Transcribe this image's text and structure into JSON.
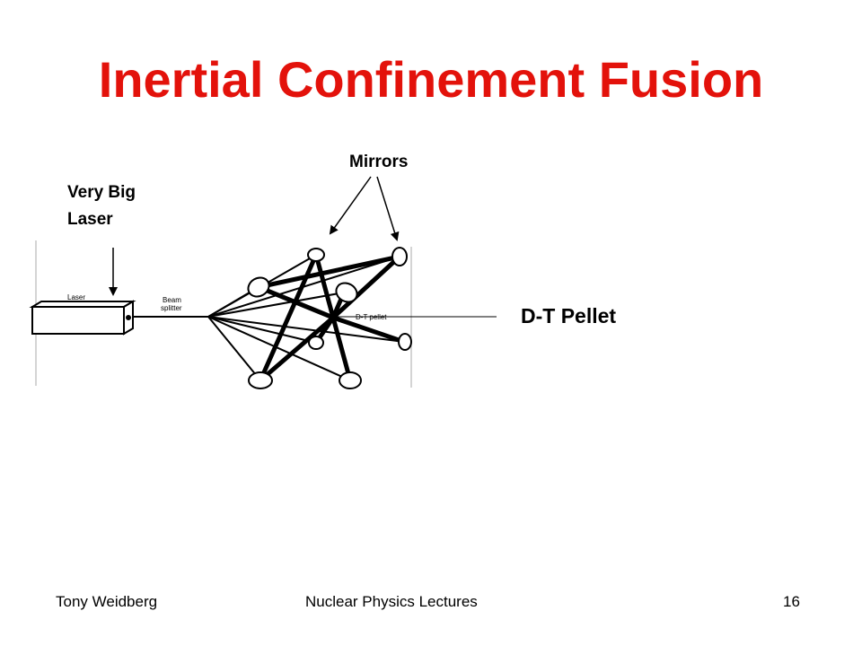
{
  "slide": {
    "title": "Inertial Confinement Fusion"
  },
  "callouts": {
    "laser_line1": "Very Big",
    "laser_line2": "Laser",
    "mirrors": "Mirrors",
    "pellet": "D-T Pellet"
  },
  "diagram": {
    "laser_label": "Laser",
    "beam_label_1": "Beam",
    "beam_label_2": "splitter",
    "pellet_label": "D-T pellet"
  },
  "footer": {
    "author": "Tony Weidberg",
    "course": "Nuclear Physics Lectures",
    "page_number": "16"
  }
}
